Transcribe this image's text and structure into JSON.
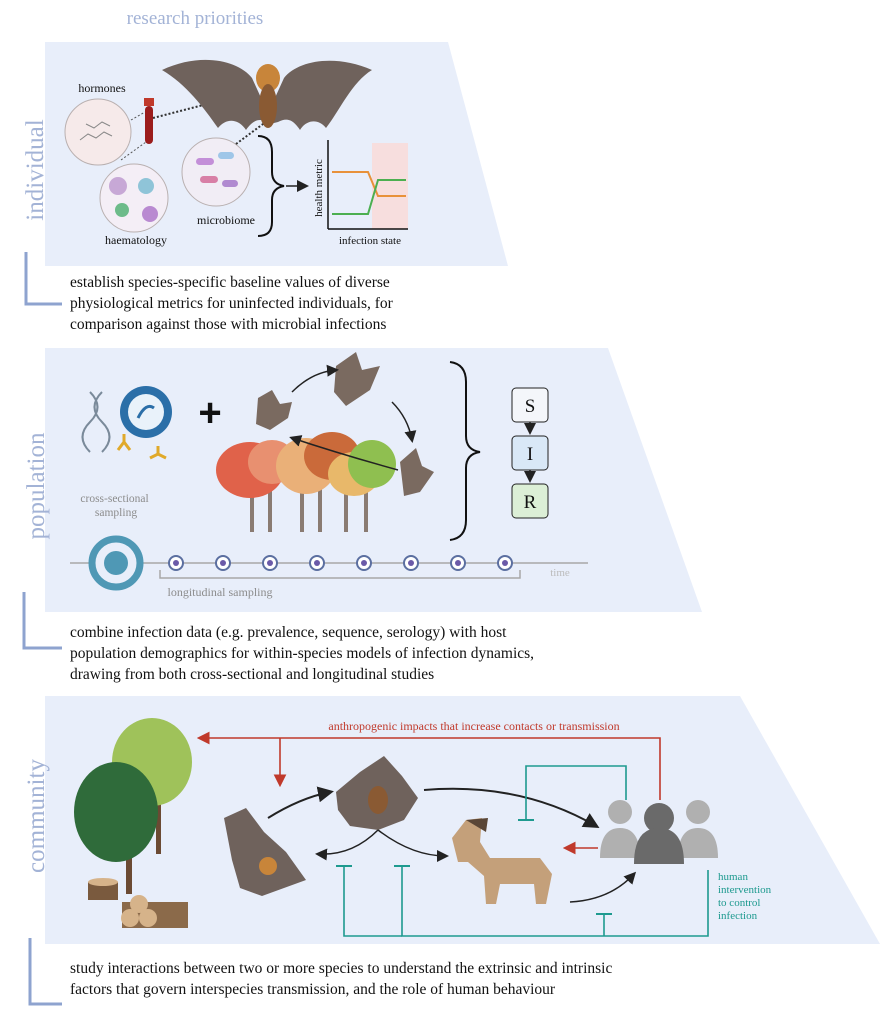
{
  "header": {
    "title": "research priorities"
  },
  "colors": {
    "panel": "#e8eefa",
    "side_label": "#a3b3d6",
    "bracket": "#8ea3cf",
    "red": "#c0392b",
    "teal": "#1e9a8f",
    "orange": "#e8913a",
    "green": "#4caf50",
    "bat": "#6f625c"
  },
  "individual": {
    "side_label": "individual",
    "labels": {
      "hormones": "hormones",
      "haematology": "haematology",
      "microbiome": "microbiome"
    },
    "plot": {
      "ylabel": "health metric",
      "xlabel": "infection state"
    },
    "caption": "establish species-specific baseline values of diverse\nphysiological metrics for uninfected individuals, for\ncomparison against those with microbial infections"
  },
  "population": {
    "side_label": "population",
    "plus": "+",
    "sir": [
      "S",
      "I",
      "R"
    ],
    "cross_sectional": "cross-sectional\nsampling",
    "longitudinal": "longitudinal sampling",
    "time": "time",
    "caption": "combine infection data (e.g. prevalence, sequence, serology) with host\npopulation demographics for within-species models of infection dynamics,\ndrawing from both cross-sectional and longitudinal studies"
  },
  "community": {
    "side_label": "community",
    "anthro": "anthropogenic impacts that increase contacts or transmission",
    "intervention": [
      "human",
      "intervention",
      "to control",
      "infection"
    ],
    "caption": "study interactions between two or more species to understand the extrinsic and intrinsic\nfactors that govern interspecies transmission, and the role of human behaviour"
  }
}
